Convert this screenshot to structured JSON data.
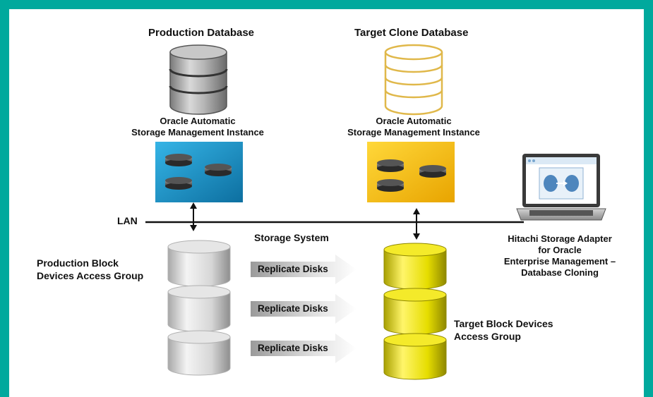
{
  "labels": {
    "production_db": "Production Database",
    "target_db": "Target Clone Database",
    "asm_left_line1": "Oracle Automatic",
    "asm_left_line2": "Storage Management Instance",
    "asm_right_line1": "Oracle Automatic",
    "asm_right_line2": "Storage Management Instance",
    "lan": "LAN",
    "storage_system": "Storage System",
    "prod_block_line1": "Production Block",
    "prod_block_line2": "Devices Access Group",
    "target_block_line1": "Target Block Devices",
    "target_block_line2": "Access Group",
    "hitachi_line1": "Hitachi Storage Adapter",
    "hitachi_line2": "for Oracle",
    "hitachi_line3": "Enterprise Management –",
    "hitachi_line4": "Database Cloning"
  },
  "replicate_arrows": [
    {
      "label": "Replicate Disks"
    },
    {
      "label": "Replicate Disks"
    },
    {
      "label": "Replicate Disks"
    }
  ],
  "colors": {
    "border": "#00a99d",
    "asm_left": "#1a8fc4",
    "asm_right": "#f2c200",
    "prod_disk": "#d8d8d8",
    "target_disk": "#e6e000",
    "target_db_outline": "#e0b84a"
  }
}
